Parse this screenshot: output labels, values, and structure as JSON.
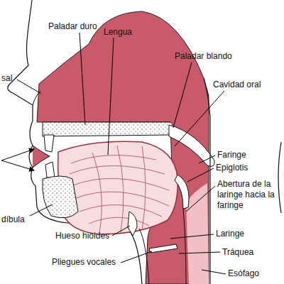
{
  "diagram": {
    "labels": [
      "Paladar duro",
      "Lengua",
      "Paladar blando",
      "sal",
      "Cavidad oral",
      "Faringe",
      "Epiglotis",
      "Abertura de la laringe hacia la faringe",
      "Laringe",
      "díbula",
      "Hueso hioides",
      "Tráquea",
      "Pliegues vocales",
      "Esófago"
    ]
  }
}
